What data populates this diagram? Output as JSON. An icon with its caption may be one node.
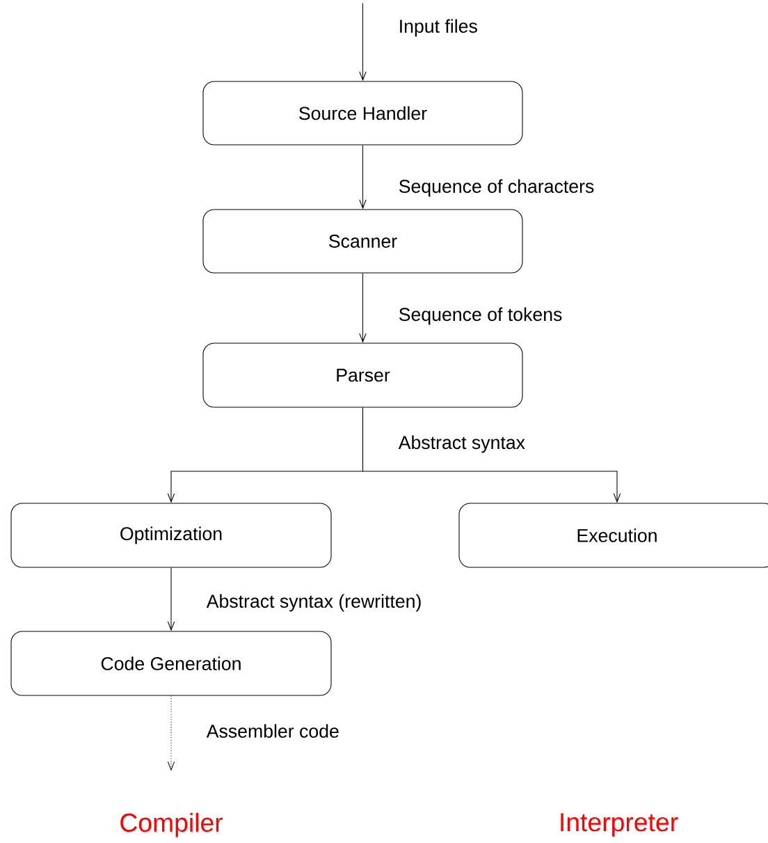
{
  "diagram": {
    "nodes": [
      {
        "text": [
          "Source Handler"
        ]
      },
      {
        "text": [
          "Scanner"
        ]
      },
      {
        "text": [
          "Parser"
        ]
      },
      {
        "text": [
          "Optimization"
        ]
      },
      {
        "text": [
          "Execution"
        ]
      },
      {
        "text": [
          "Code Generation"
        ]
      }
    ],
    "edges": [
      {
        "from": null,
        "to": 0,
        "arrow": "to",
        "label": "Input files"
      },
      {
        "from": 0,
        "to": 1,
        "arrow": "to",
        "label": "Sequence of characters"
      },
      {
        "from": 1,
        "to": 2,
        "arrow": "to",
        "label": "Sequence of tokens"
      },
      {
        "from": 2,
        "to": 3,
        "arrow": "to",
        "label": "Abstract syntax"
      },
      {
        "from": 2,
        "to": 4,
        "arrow": "to"
      },
      {
        "from": 3,
        "to": 5,
        "arrow": "to",
        "label": "Abstract syntax (rewritten)"
      },
      {
        "from": 5,
        "to": null,
        "arrow": "to",
        "style": "dashed",
        "label": "Assembler code"
      }
    ],
    "labels": [
      "Compiler",
      "Interpreter"
    ]
  }
}
